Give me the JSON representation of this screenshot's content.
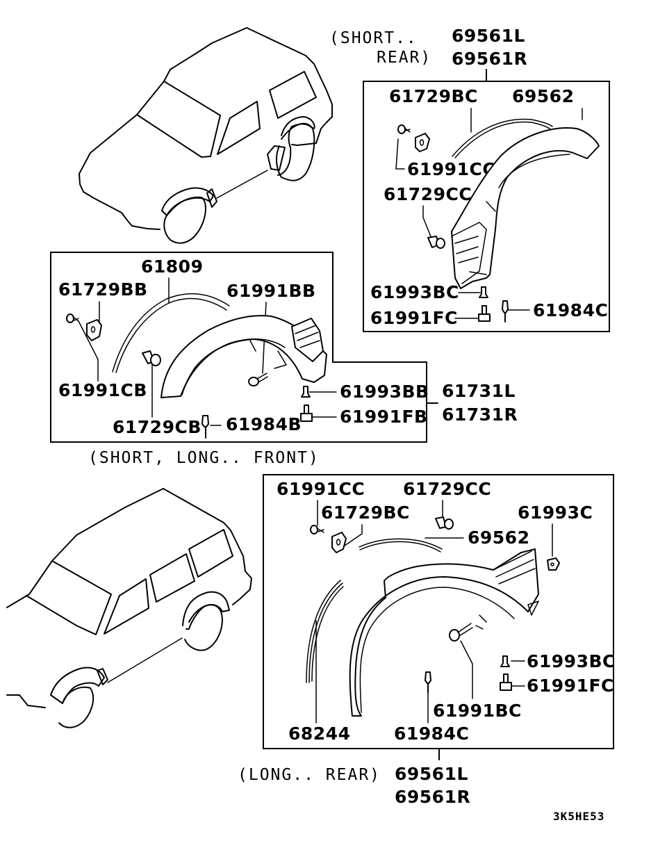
{
  "diagram": {
    "title": "Fender flare / wheel arch moulding parts diagram",
    "drawing_code": "3K5HE53",
    "sections": {
      "short_rear": {
        "note_line1": "(SHORT..",
        "note_line2": "REAR)",
        "assembly_left": "69561L",
        "assembly_right": "69561R",
        "parts": {
          "clip": "61729BC",
          "moulding": "69562",
          "screw": "61991CC",
          "fastener": "61729CC",
          "grommet": "61993BC",
          "bolt": "61991FC",
          "rivet": "61984C"
        }
      },
      "front": {
        "note": "(SHORT, LONG.. FRONT)",
        "assembly_left": "61731L",
        "assembly_right": "61731R",
        "parts": {
          "moulding": "61809",
          "clip": "61729BB",
          "screw_bb": "61991BB",
          "screw_cb": "61991CB",
          "fastener": "61729CB",
          "rivet": "61984B",
          "grommet": "61993BB",
          "bolt": "61991FB"
        }
      },
      "long_rear": {
        "note": "(LONG.. REAR)",
        "assembly_left": "69561L",
        "assembly_right": "69561R",
        "parts": {
          "screw_cc": "61991CC",
          "fastener": "61729CC",
          "clip": "61729BC",
          "nut": "61993C",
          "moulding": "69562",
          "grommet": "61993BC",
          "bolt": "61991FC",
          "screw_bc": "61991BC",
          "seal": "68244",
          "rivet": "61984C"
        }
      }
    }
  }
}
